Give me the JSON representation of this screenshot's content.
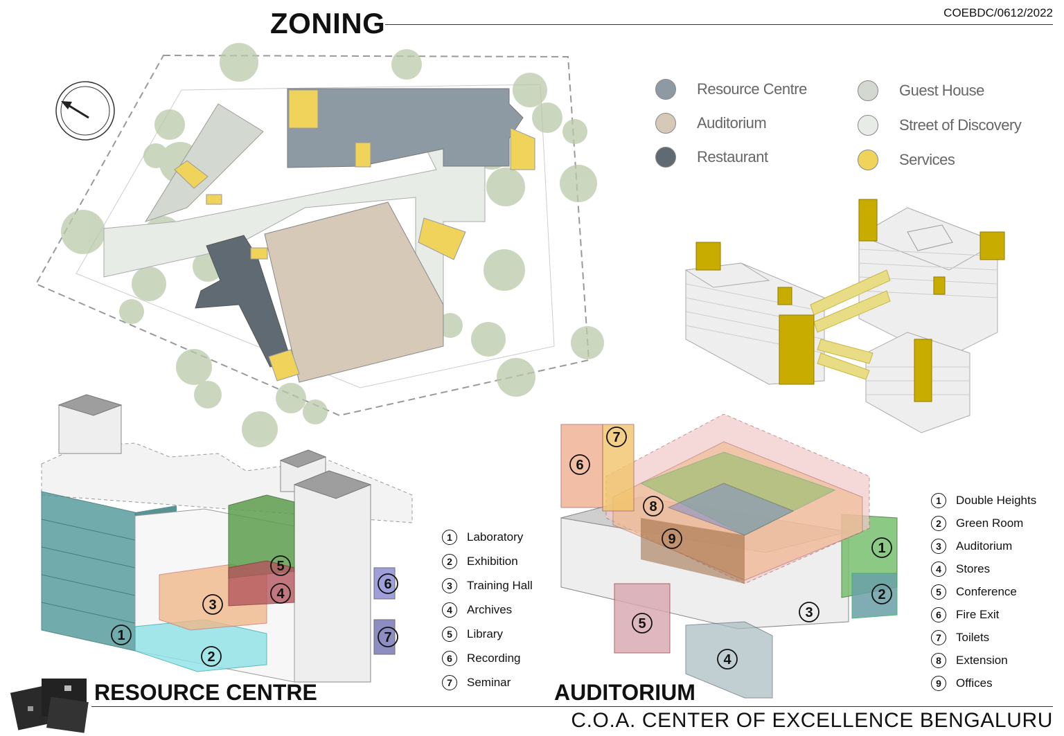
{
  "header": {
    "title": "ZONING",
    "doc_code": "COEBDC/0612/2022"
  },
  "footer": {
    "institution": "C.O.A. CENTER OF EXCELLENCE BENGALURU"
  },
  "legend": [
    {
      "label": "Resource Centre",
      "color": "#8e9aa3"
    },
    {
      "label": "Auditorium",
      "color": "#d6c9b8"
    },
    {
      "label": "Restaurant",
      "color": "#5f6a72"
    },
    {
      "label": "Guest House",
      "color": "#d3d8d0"
    },
    {
      "label": "Street of Discovery",
      "color": "#e8ece6"
    },
    {
      "label": "Services",
      "color": "#f0d35a"
    }
  ],
  "resource_centre": {
    "title": "RESOURCE CENTRE",
    "zones": [
      {
        "num": "1",
        "label": "Laboratory"
      },
      {
        "num": "2",
        "label": "Exhibition"
      },
      {
        "num": "3",
        "label": "Training Hall"
      },
      {
        "num": "4",
        "label": "Archives"
      },
      {
        "num": "5",
        "label": "Library"
      },
      {
        "num": "6",
        "label": "Recording"
      },
      {
        "num": "7",
        "label": "Seminar"
      }
    ]
  },
  "auditorium": {
    "title": "AUDITORIUM",
    "zones": [
      {
        "num": "1",
        "label": "Double Heights"
      },
      {
        "num": "2",
        "label": "Green Room"
      },
      {
        "num": "3",
        "label": "Auditorium"
      },
      {
        "num": "4",
        "label": "Stores"
      },
      {
        "num": "5",
        "label": "Conference"
      },
      {
        "num": "6",
        "label": "Fire Exit"
      },
      {
        "num": "7",
        "label": "Toilets"
      },
      {
        "num": "8",
        "label": "Extension"
      },
      {
        "num": "9",
        "label": "Offices"
      }
    ]
  }
}
